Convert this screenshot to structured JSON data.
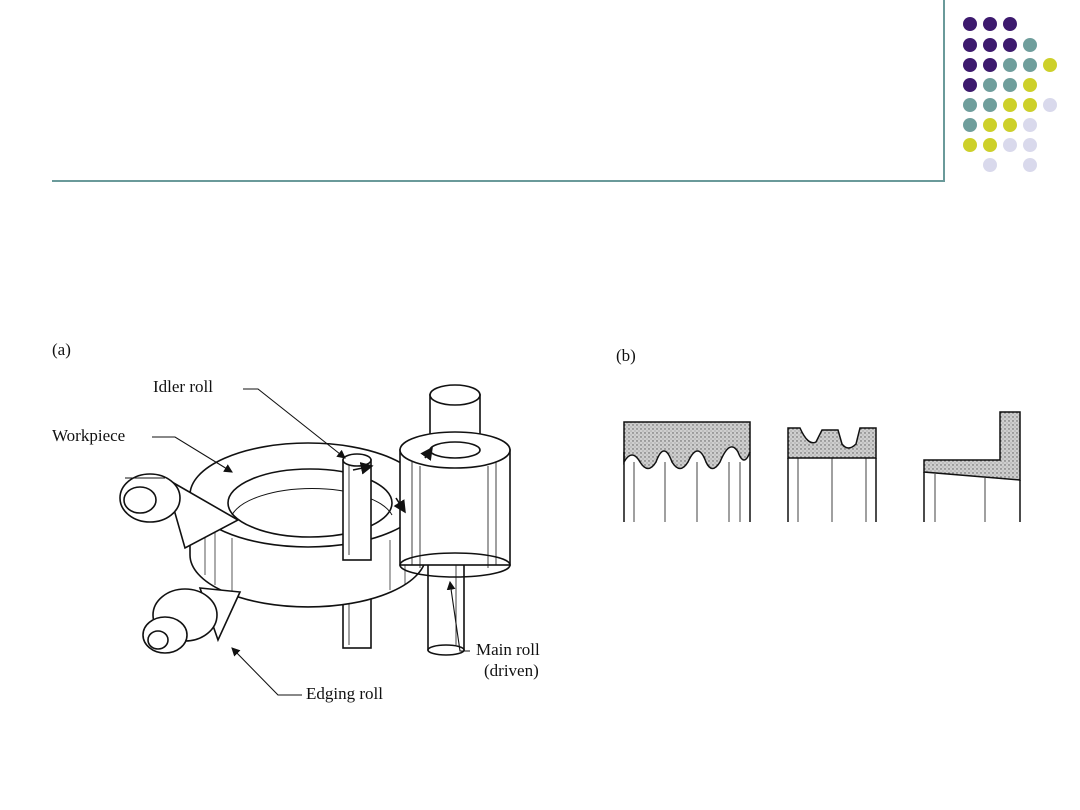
{
  "slide": {
    "colors": {
      "purple": "#3d1a6e",
      "teal": "#6f9e9c",
      "olive": "#cdd02a",
      "lavender": "#d9d9ec",
      "rule": "#6a9a9a"
    }
  },
  "figure_a": {
    "panel_label": "(a)",
    "labels": {
      "idler_roll": "Idler roll",
      "workpiece": "Workpiece",
      "main_roll_line1": "Main roll",
      "main_roll_line2": "(driven)",
      "edging_roll": "Edging roll"
    }
  },
  "figure_b": {
    "panel_label": "(b)"
  }
}
